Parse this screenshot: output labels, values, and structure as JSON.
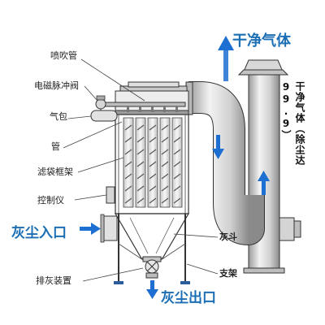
{
  "labels": {
    "blowpipe": "喷吹管",
    "solenoid_valve": "电磁脉冲阀",
    "air_bag": "气包",
    "pipe": "管",
    "filter_frame": "滤袋框架",
    "controller": "控制仪",
    "dust_inlet": "灰尘入口",
    "ash_discharge": "排灰装置",
    "dust_outlet": "灰尘出口",
    "ash_hopper": "灰斗",
    "support": "支架",
    "clean_gas": "干净气体",
    "clean_gas_vertical": "干净气体（除尘达99.9）"
  },
  "colors": {
    "accent_blue": "#1c6fb5",
    "arrow_blue": "#1d6fd1",
    "metal_light": "#e6e6e6",
    "metal_mid": "#bdbdbd",
    "metal_dark": "#8e8e8e",
    "line": "#333333"
  },
  "icons": [
    "arrow-right-icon",
    "arrow-down-icon",
    "arrow-up-icon"
  ]
}
